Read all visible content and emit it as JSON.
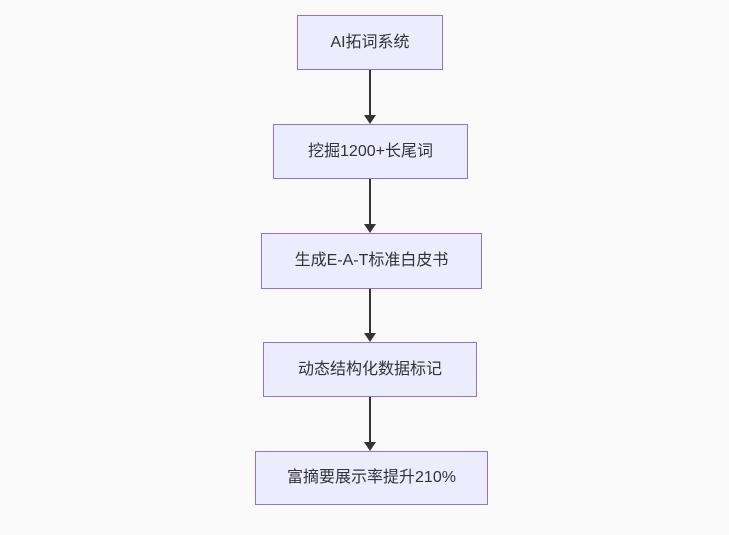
{
  "diagram": {
    "type": "flowchart",
    "direction": "top-down",
    "nodes": [
      {
        "id": "n1",
        "label": "AI拓词系统"
      },
      {
        "id": "n2",
        "label": "挖掘1200+长尾词"
      },
      {
        "id": "n3",
        "label": "生成E-A-T标准白皮书"
      },
      {
        "id": "n4",
        "label": "动态结构化数据标记"
      },
      {
        "id": "n5",
        "label": "富摘要展示率提升210%"
      }
    ],
    "edges": [
      {
        "from": "n1",
        "to": "n2"
      },
      {
        "from": "n2",
        "to": "n3"
      },
      {
        "from": "n3",
        "to": "n4"
      },
      {
        "from": "n4",
        "to": "n5"
      }
    ],
    "colors": {
      "background": "#fafafa",
      "node_fill": "#ECECFF",
      "node_border": "#9370DB",
      "text": "#333333",
      "arrow": "#333333"
    }
  }
}
